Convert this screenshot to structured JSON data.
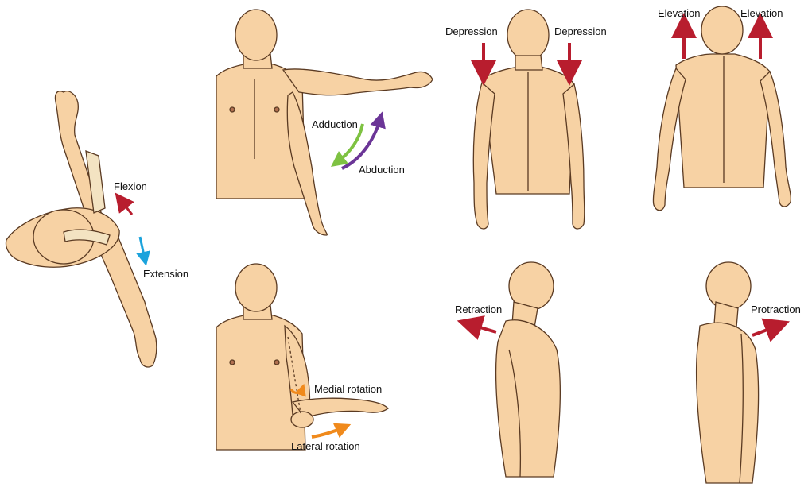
{
  "labels": {
    "flexion": "Flexion",
    "extension": "Extension",
    "adduction": "Adduction",
    "abduction": "Abduction",
    "depression_left": "Depression",
    "depression_right": "Depression",
    "elevation_left": "Elevation",
    "elevation_right": "Elevation",
    "medial_rotation": "Medial rotation",
    "lateral_rotation": "Lateral rotation",
    "retraction": "Retraction",
    "protraction": "Protraction"
  },
  "colors": {
    "skin": "#f7d2a4",
    "skin_shade": "#eab98a",
    "outline": "#5a3a22",
    "bone": "#f3e3c2",
    "arrow_red": "#b81d2e",
    "arrow_blue": "#1ba3dc",
    "arrow_green": "#7ec242",
    "arrow_purple": "#6b3597",
    "arrow_orange": "#f08a1c"
  }
}
